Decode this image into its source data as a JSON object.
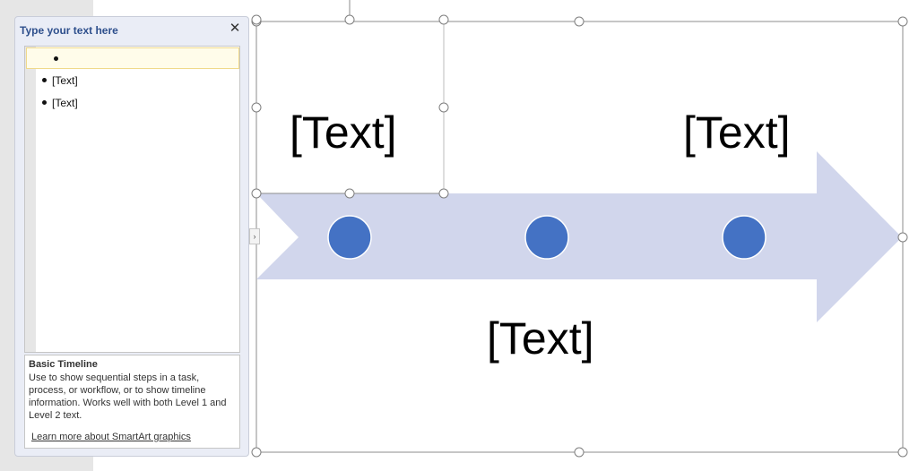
{
  "text_pane": {
    "title": "Type your text here",
    "close_glyph": "✕",
    "items": [
      {
        "text": ""
      },
      {
        "text": "[Text]"
      },
      {
        "text": "[Text]"
      }
    ],
    "description": {
      "title": "Basic Timeline",
      "body": "Use to show sequential steps in a task, process, or workflow, or to show timeline information. Works well with both Level 1 and Level 2 text.",
      "link": "Learn more about SmartArt graphics"
    },
    "expand_glyph": "›"
  },
  "smartart": {
    "labels": [
      "[Text]",
      "[Text]",
      "[Text]"
    ],
    "colors": {
      "arrow": "#d1d6ec",
      "milestone": "#4472c4",
      "annotation_arrow": "#8b3a3a",
      "selection": "#8c8c8c"
    }
  }
}
